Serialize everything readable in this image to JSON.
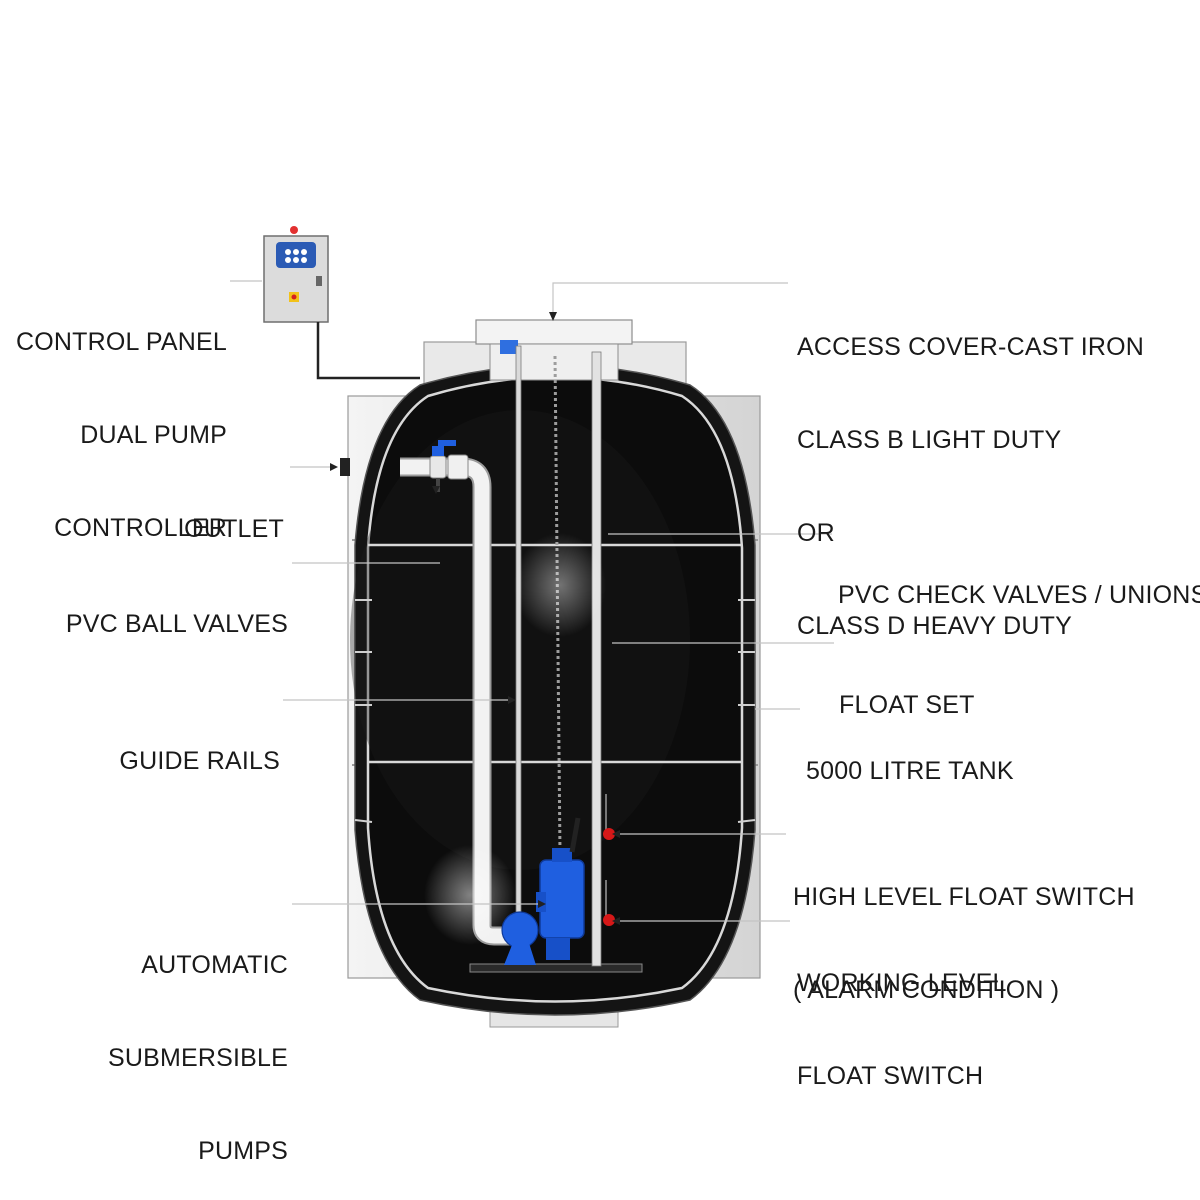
{
  "labels": {
    "control_panel": [
      "CONTROL PANEL",
      "DUAL PUMP",
      "CONTROLLER"
    ],
    "access_cover": [
      "ACCESS COVER-CAST IRON",
      "CLASS B LIGHT DUTY",
      "OR",
      "CLASS D HEAVY DUTY"
    ],
    "outlet": [
      "OUTLET"
    ],
    "check_valves": [
      "PVC CHECK VALVES / UNIONS"
    ],
    "ball_valves": [
      "PVC BALL VALVES"
    ],
    "float_set": [
      "FLOAT SET"
    ],
    "guide_rails": [
      "GUIDE RAILS"
    ],
    "tank": [
      "5000 LITRE TANK"
    ],
    "high_float": [
      "HIGH LEVEL FLOAT SWITCH",
      "( ALARM CONDITION )"
    ],
    "pumps": [
      "AUTOMATIC",
      "SUBMERSIBLE",
      "PUMPS"
    ],
    "working_float": [
      "WORKING LEVEL",
      "FLOAT SWITCH"
    ]
  },
  "colors": {
    "tank_interior": "#0c0c0c",
    "concrete": "#e4e4e4",
    "pump": "#1f5fe0",
    "float_ball": "#d61818",
    "pipe": "#f2f2f2",
    "panel_indicator_red": "#e23030",
    "panel_indicator_yellow": "#f2c21a"
  },
  "icons": [
    "control-panel-icon",
    "pump-icon",
    "float-switch-icon",
    "ball-valve-icon",
    "access-cover-icon"
  ]
}
